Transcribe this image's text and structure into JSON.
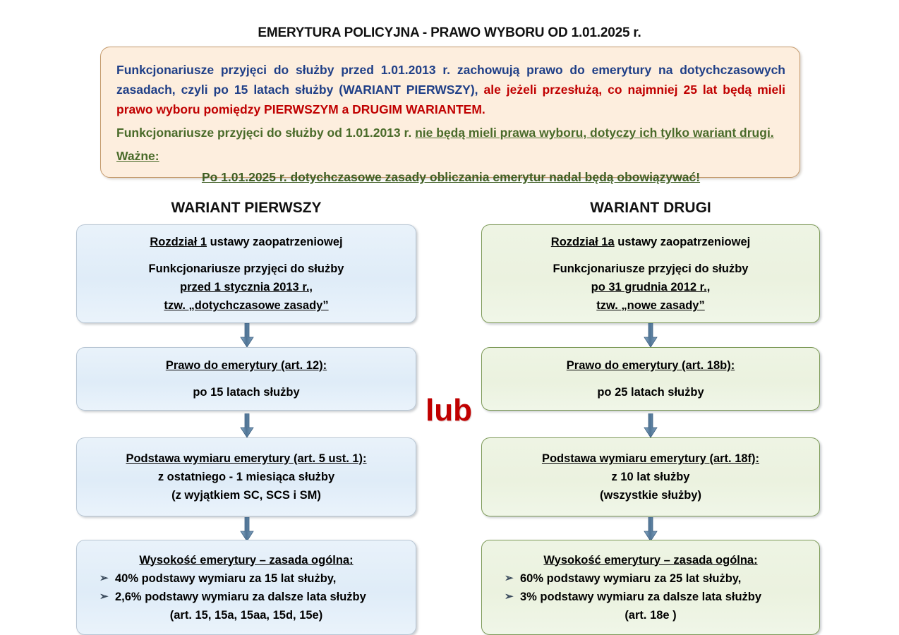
{
  "page": {
    "title": "EMERYTURA POLICYJNA  - PRAWO WYBORU OD 1.01.2025 r."
  },
  "colors": {
    "notice_bg": "#fdeede",
    "notice_border": "#c49a6c",
    "blue_box_bg": "#e4eff9",
    "blue_box_border": "#b8c6d4",
    "green_box_bg": "#edf3e2",
    "green_box_border": "#7d9a58",
    "text_blue": "#1f3f87",
    "text_red": "#c00000",
    "text_green": "#4a6b2a",
    "arrow": "#4a6f96",
    "lub_red": "#c00000"
  },
  "notice": {
    "para_blue_1": "Funkcjonariusze przyjęci do służby przed 1.01.2013 r. zachowują prawo do emerytury na dotychczasowych zasadach, czyli po 15 latach służby (WARIANT PIERWSZY), ",
    "para_red_1": "ale jeżeli przesłużą, co najmniej 25 lat będą mieli prawo wyboru pomiędzy PIERWSZYM a DRUGIM WARIANTEM.",
    "green_plain": "Funkcjonariusze przyjęci do służby od 1.01.2013 r. ",
    "green_underlined": "nie będą mieli prawa wyboru, dotyczy ich tylko wariant drugi.",
    "wazne_label": "Ważne:",
    "final_line": "Po 1.01.2025 r. dotychczasowe zasady obliczania emerytur nadal będą obowiązywać!"
  },
  "columns": {
    "left": {
      "heading": "WARIANT PIERWSZY",
      "boxes": [
        {
          "line_underlined": "Rozdział 1",
          "line_rest": " ustawy zaopatrzeniowej",
          "line_2": "Funkcjonariusze przyjęci do służby",
          "line_3": "przed 1 stycznia 2013 r.,",
          "line_4": "tzw. „dotychczasowe zasady”"
        },
        {
          "title": "Prawo do emerytury (art. 12):",
          "line_2": "po 15 latach służby"
        },
        {
          "title": "Podstawa wymiaru emerytury (art. 5 ust. 1):",
          "line_2": "z ostatniego - 1 miesiąca służby",
          "line_3": "(z wyjątkiem SC, SCS i SM)"
        },
        {
          "title": "Wysokość emerytury – zasada ogólna:",
          "bullets": [
            "40% podstawy wymiaru za 15 lat służby,",
            "2,6% podstawy wymiaru za dalsze lata służby"
          ],
          "footer": "(art. 15, 15a, 15aa, 15d, 15e)"
        }
      ]
    },
    "right": {
      "heading": "WARIANT DRUGI",
      "boxes": [
        {
          "line_underlined": "Rozdział 1a",
          "line_rest": " ustawy zaopatrzeniowej",
          "line_2": "Funkcjonariusze przyjęci do służby",
          "line_3": "po 31 grudnia 2012 r.,",
          "line_4": "tzw. „nowe zasady”"
        },
        {
          "title": "Prawo do emerytury (art. 18b):",
          "line_2": "po 25 latach służby"
        },
        {
          "title": "Podstawa wymiaru emerytury (art. 18f):",
          "line_2": "z 10 lat służby",
          "line_3": "(wszystkie służby)"
        },
        {
          "title": "Wysokość emerytury – zasada ogólna:",
          "bullets": [
            "60% podstawy wymiaru za 25 lat służby,",
            "3% podstawy wymiaru za dalsze lata służby"
          ],
          "footer": "(art. 18e )"
        }
      ]
    }
  },
  "connector": {
    "label": "lub"
  },
  "icons": {
    "bullet_arrow": "➢",
    "down_arrow": "down-arrow-icon"
  }
}
